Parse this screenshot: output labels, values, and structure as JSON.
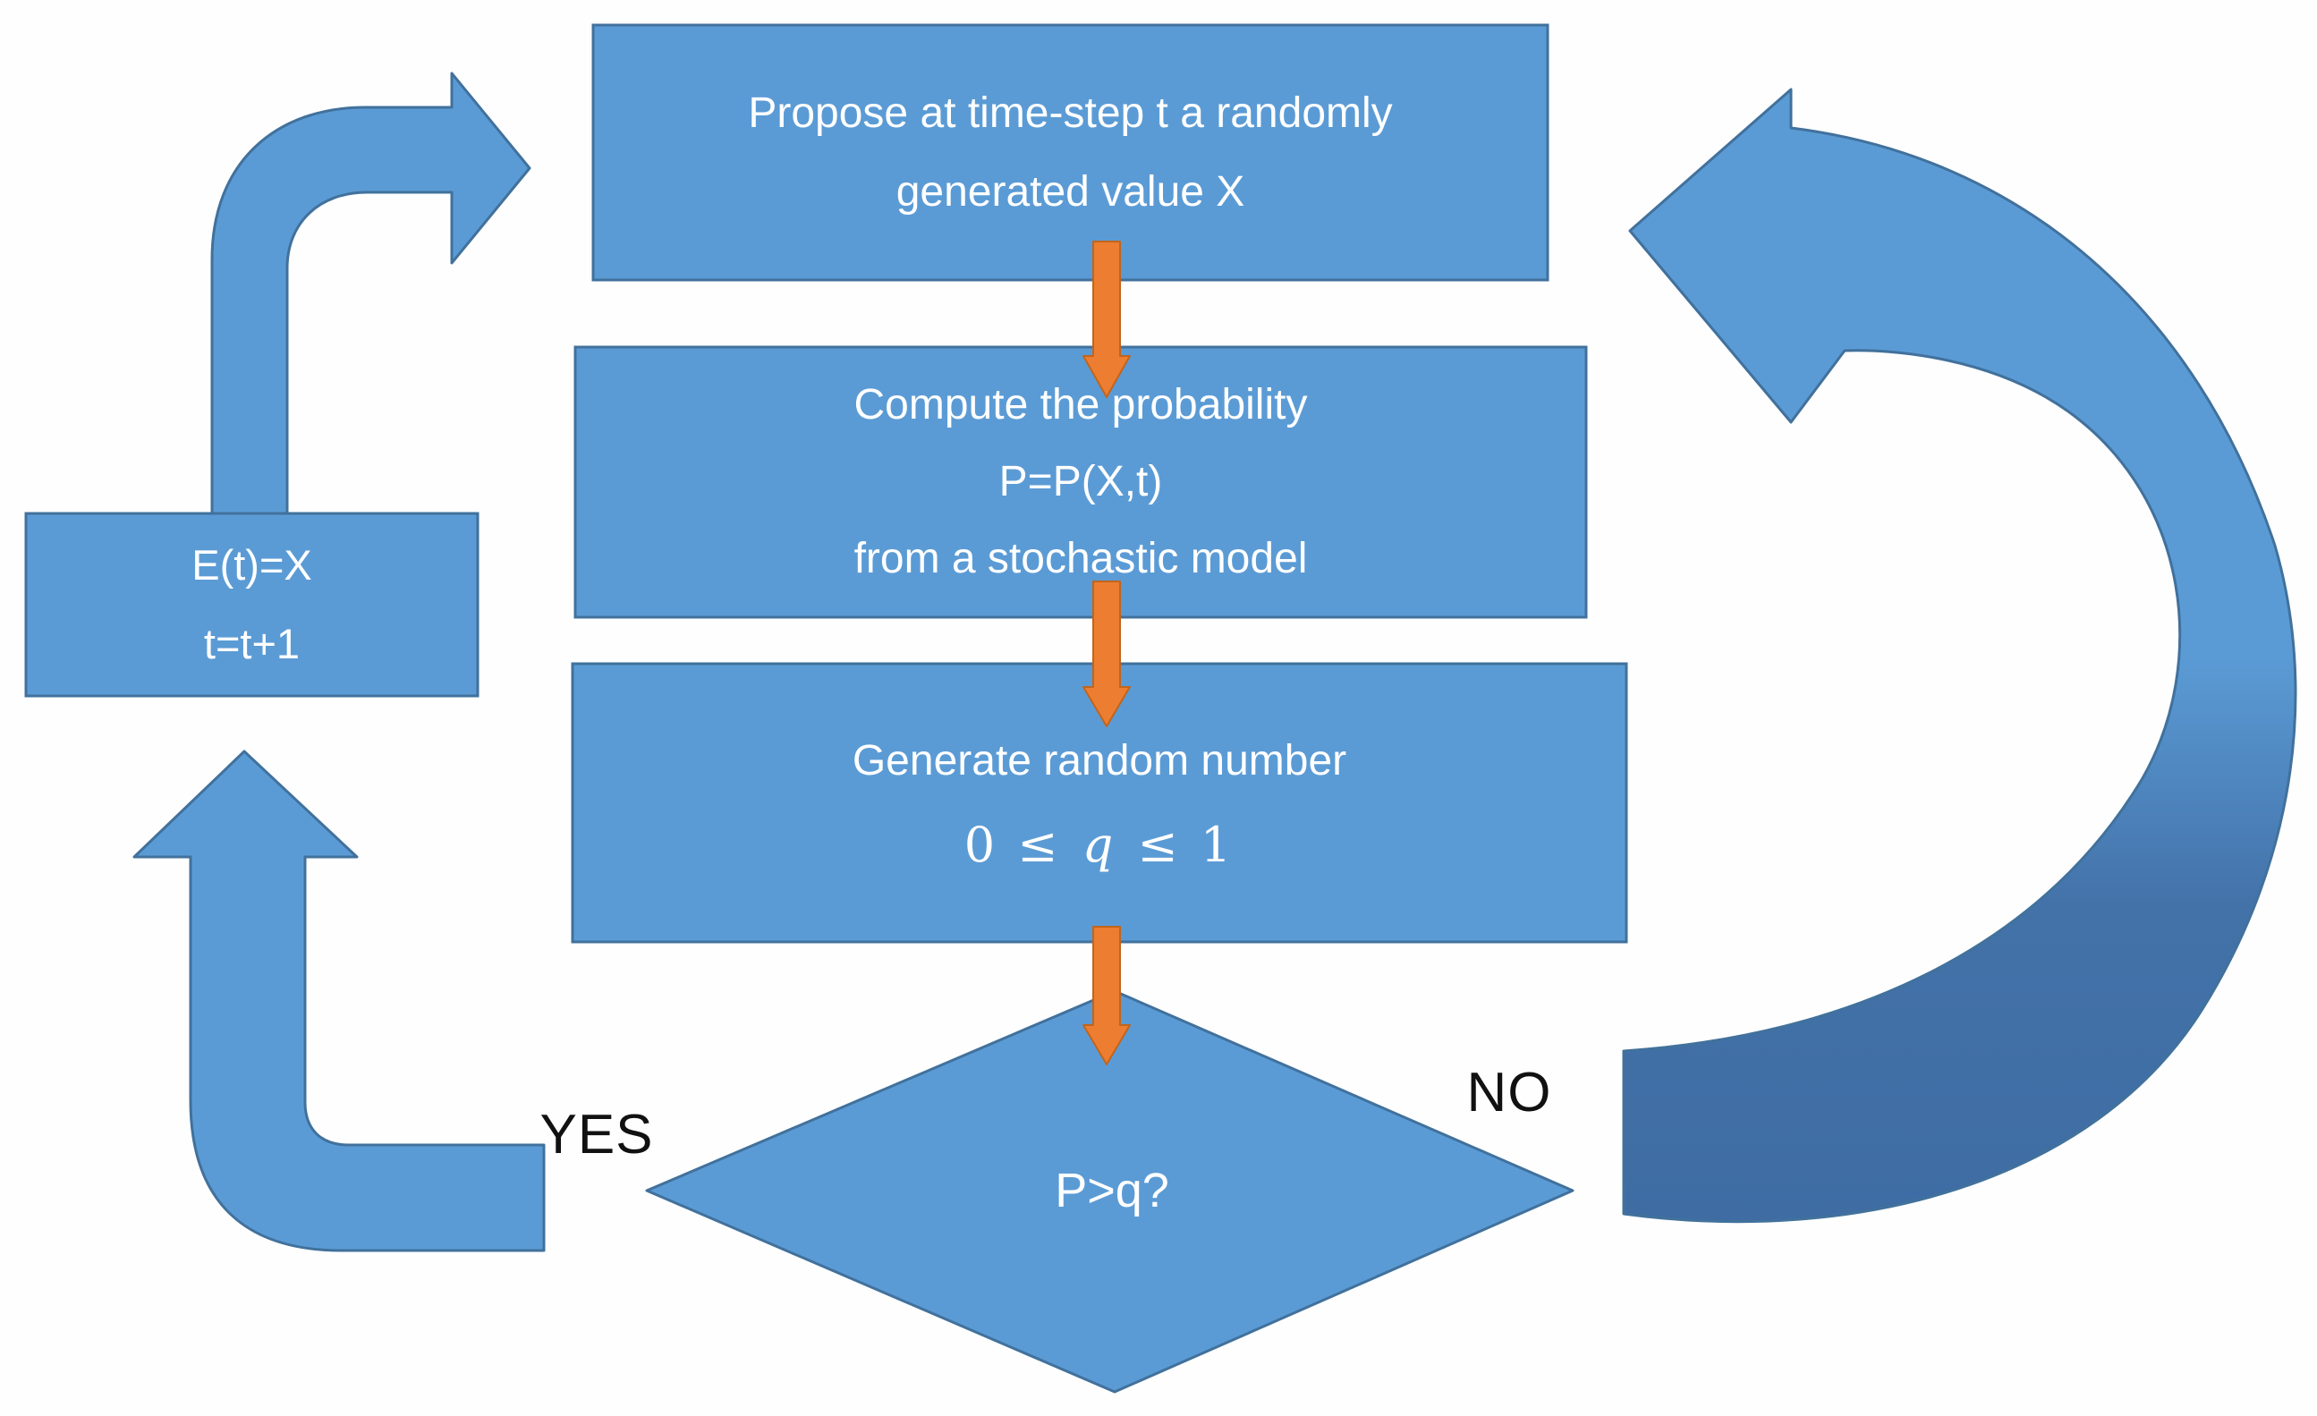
{
  "flowchart": {
    "type": "flowchart-loop-diagram",
    "steps": {
      "propose": {
        "line1": "Propose at time-step t a randomly",
        "line2": "generated value X"
      },
      "compute": {
        "line1": "Compute the probability",
        "line2": "P=P(X,t)",
        "line3": "from a stochastic model"
      },
      "generate": {
        "line1": "Generate random number",
        "formula": {
          "pre": "0 ≤ ",
          "var": "q",
          "post": " ≤ 1"
        }
      },
      "update": {
        "line1": "E(t)=X",
        "line2": "t=t+1"
      },
      "decision": {
        "label": "P>q?"
      }
    },
    "branches": {
      "yes": "YES",
      "no": "NO"
    },
    "edges": [
      "propose -> compute",
      "compute -> generate",
      "generate -> decision",
      "decision -YES-> update",
      "update -> propose",
      "decision -NO-> propose"
    ],
    "colors": {
      "shape_fill": "#5b9bd5",
      "shape_border": "#41719c",
      "swoosh_dark": "#3e6ca3",
      "arrow_orange": "#ed7d31",
      "arrow_orange_border": "#c0651c",
      "text_light": "#ffffff",
      "text_dark": "#111111"
    }
  }
}
